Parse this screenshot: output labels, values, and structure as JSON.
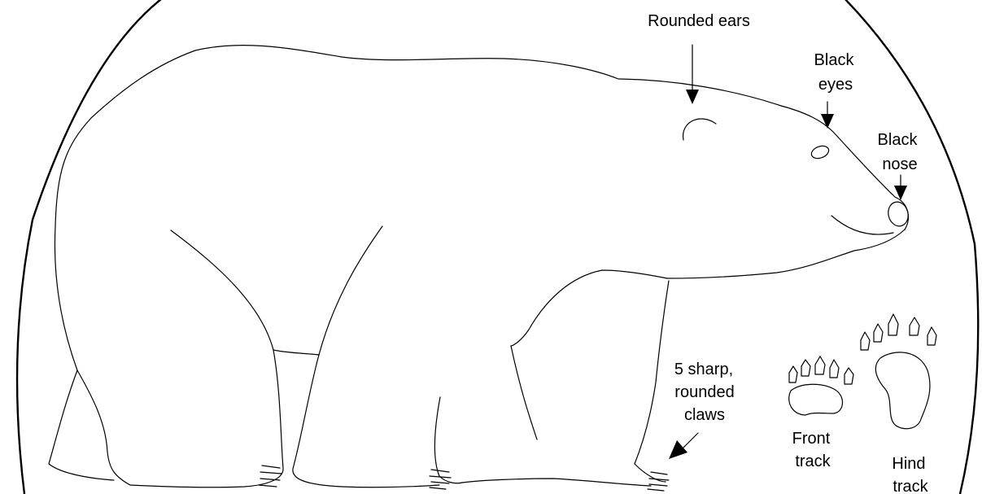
{
  "labels": {
    "ears": "Rounded ears",
    "eyes_line1": "Black",
    "eyes_line2": "eyes",
    "nose_line1": "Black",
    "nose_line2": "nose",
    "claws_line1": "5 sharp,",
    "claws_line2": "rounded",
    "claws_line3": "claws",
    "front_track_line1": "Front",
    "front_track_line2": "track",
    "hind_track_line1": "Hind",
    "hind_track_line2": "track"
  },
  "colors": {
    "line": "#000000",
    "background": "#ffffff"
  }
}
